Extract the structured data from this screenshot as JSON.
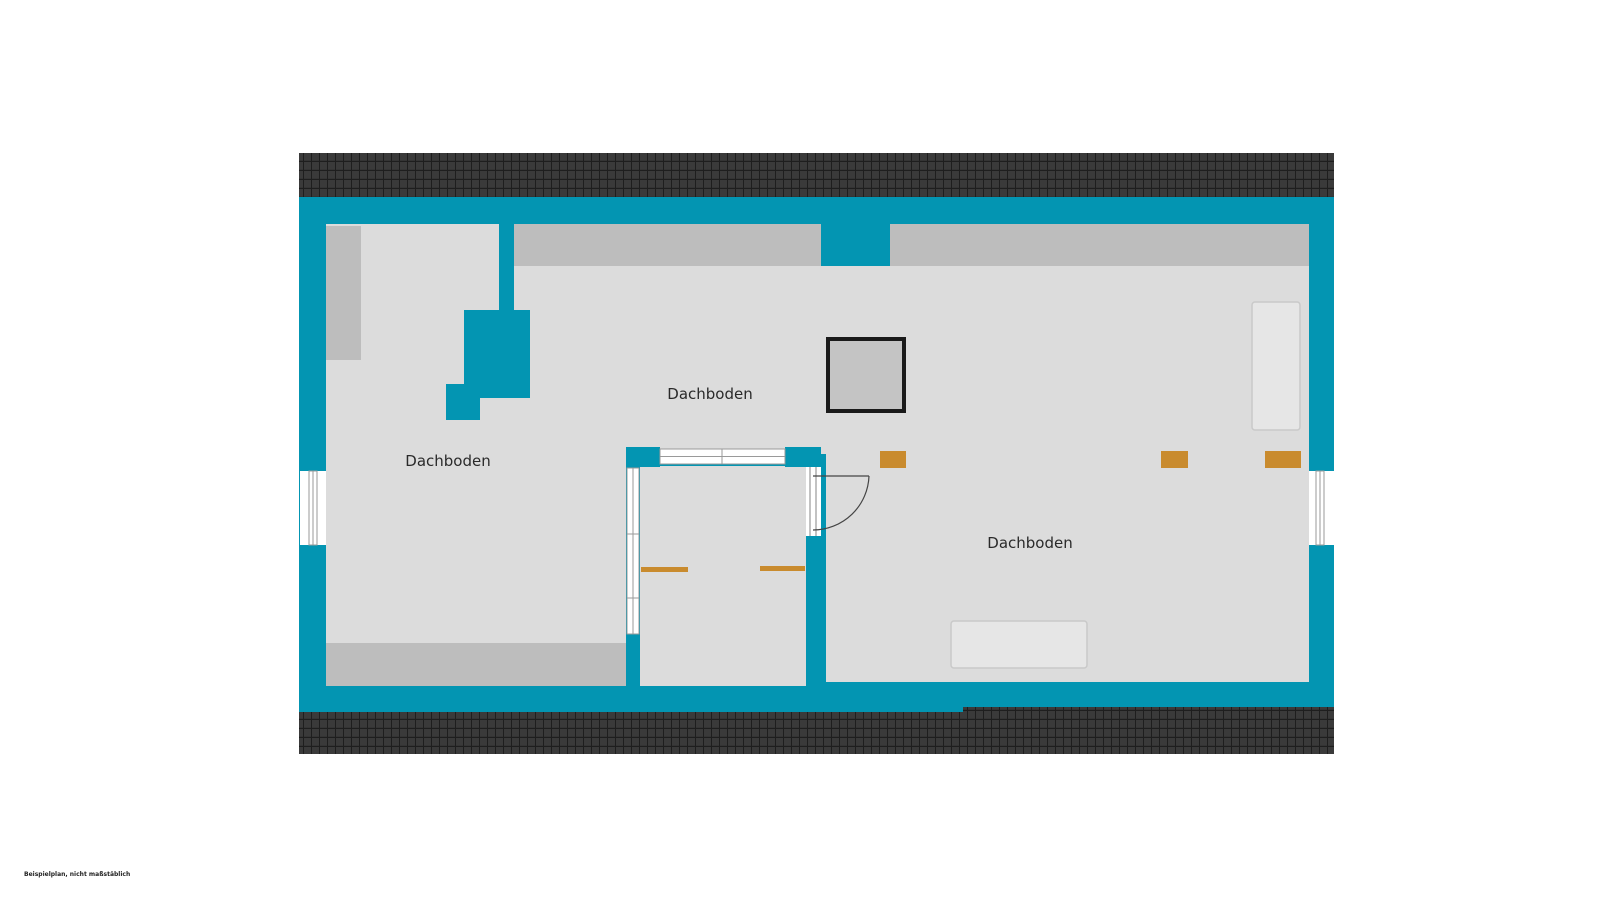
{
  "plan": {
    "rooms": [
      {
        "id": "left",
        "label": "Dachboden"
      },
      {
        "id": "center",
        "label": "Dachboden"
      },
      {
        "id": "right",
        "label": "Dachboden"
      }
    ],
    "footnote": "Beispielplan, nicht maßstäblich"
  },
  "colors": {
    "wall": "#0395b2",
    "floor": "#dcdcdc",
    "slope": "#bdbdbd",
    "roof_tile": "#3a3a3a",
    "roof_tile_line": "#1e1e1e",
    "beam": "#c98b2e",
    "hatch_frame": "#1a1a1a",
    "hatch_fill": "#c4c4c4",
    "window": "#ffffff",
    "label": "#2a2a2a"
  },
  "icons": {
    "door": "door-swing-icon",
    "window": "window-icon",
    "hatch": "roof-hatch-icon"
  }
}
